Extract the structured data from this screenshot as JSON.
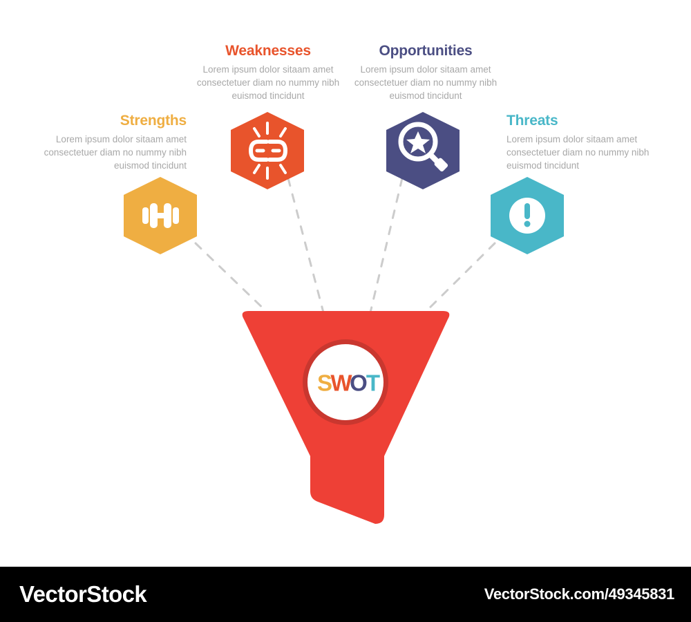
{
  "palette": {
    "background": "#ffffff",
    "strengths": "#EFAE42",
    "weaknesses": "#E8542C",
    "opportunities": "#4B4E83",
    "threats": "#49B7C8",
    "funnel": "#EE4036",
    "funnel_ring": "#C9372F",
    "body_text": "#a8a8a8",
    "connector": "#cccccc",
    "watermark_bar": "#000000",
    "watermark_text": "#ffffff"
  },
  "center": {
    "label": "SWOT",
    "letters": [
      {
        "char": "S",
        "color": "#EFAE42"
      },
      {
        "char": "W",
        "color": "#E8542C"
      },
      {
        "char": "O",
        "color": "#4B4E83"
      },
      {
        "char": "T",
        "color": "#49B7C8"
      }
    ]
  },
  "sections": [
    {
      "key": "strengths",
      "title": "Strengths",
      "description": "Lorem ipsum dolor sitaam amet consectetuer diam no nummy nibh euismod tincidunt",
      "color": "#EFAE42",
      "icon": "dumbbell-icon",
      "align": "right"
    },
    {
      "key": "weaknesses",
      "title": "Weaknesses",
      "description": "Lorem ipsum dolor sitaam amet consectetuer diam no nummy nibh euismod tincidunt",
      "color": "#E8542C",
      "icon": "broken-link-icon",
      "align": "center"
    },
    {
      "key": "opportunities",
      "title": "Opportunities",
      "description": "Lorem ipsum dolor sitaam amet consectetuer diam no nummy nibh euismod tincidunt",
      "color": "#4B4E83",
      "icon": "magnifier-star-icon",
      "align": "center"
    },
    {
      "key": "threats",
      "title": "Threats",
      "description": "Lorem ipsum dolor sitaam amet consectetuer diam no nummy nibh euismod tincidunt",
      "color": "#49B7C8",
      "icon": "exclamation-circle-icon",
      "align": "left"
    }
  ],
  "watermark": {
    "logo": "VectorStock",
    "url": "VectorStock.com/49345831"
  }
}
